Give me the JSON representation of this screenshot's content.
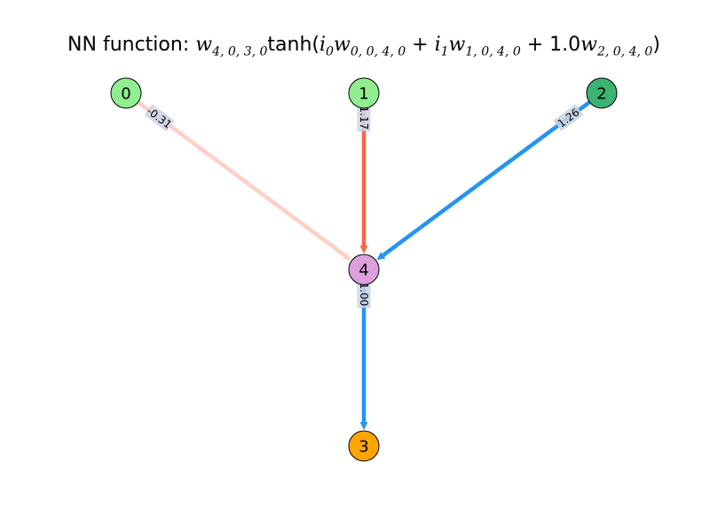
{
  "title": {
    "prefix": "NN function: ",
    "w_out": "w",
    "w_out_sub": "4, 0, 3, 0",
    "func": "tanh(",
    "i0": "i",
    "i0_sub": "0",
    "w0": "w",
    "w0_sub": "0, 0, 4, 0",
    "plus1": " + ",
    "i1": "i",
    "i1_sub": "1",
    "w1": "w",
    "w1_sub": "1, 0, 4, 0",
    "plus2": " + ",
    "const": "1.0",
    "w2": "w",
    "w2_sub": "2, 0, 4, 0",
    "close": ")"
  },
  "nodes": [
    {
      "id": "0",
      "label": "0",
      "color": "#90ee90"
    },
    {
      "id": "1",
      "label": "1",
      "color": "#90ee90"
    },
    {
      "id": "2",
      "label": "2",
      "color": "#3cb371"
    },
    {
      "id": "4",
      "label": "4",
      "color": "#dda0dd"
    },
    {
      "id": "3",
      "label": "3",
      "color": "#ffa500"
    }
  ],
  "edges": [
    {
      "from": "0",
      "to": "4",
      "label": "-0.31",
      "color": "#ffcfc5"
    },
    {
      "from": "1",
      "to": "4",
      "label": "1.17",
      "color": "#ff6347"
    },
    {
      "from": "2",
      "to": "4",
      "label": "1.26",
      "color": "#2294f5"
    },
    {
      "from": "4",
      "to": "3",
      "label": "1.00",
      "color": "#2294f5"
    }
  ]
}
